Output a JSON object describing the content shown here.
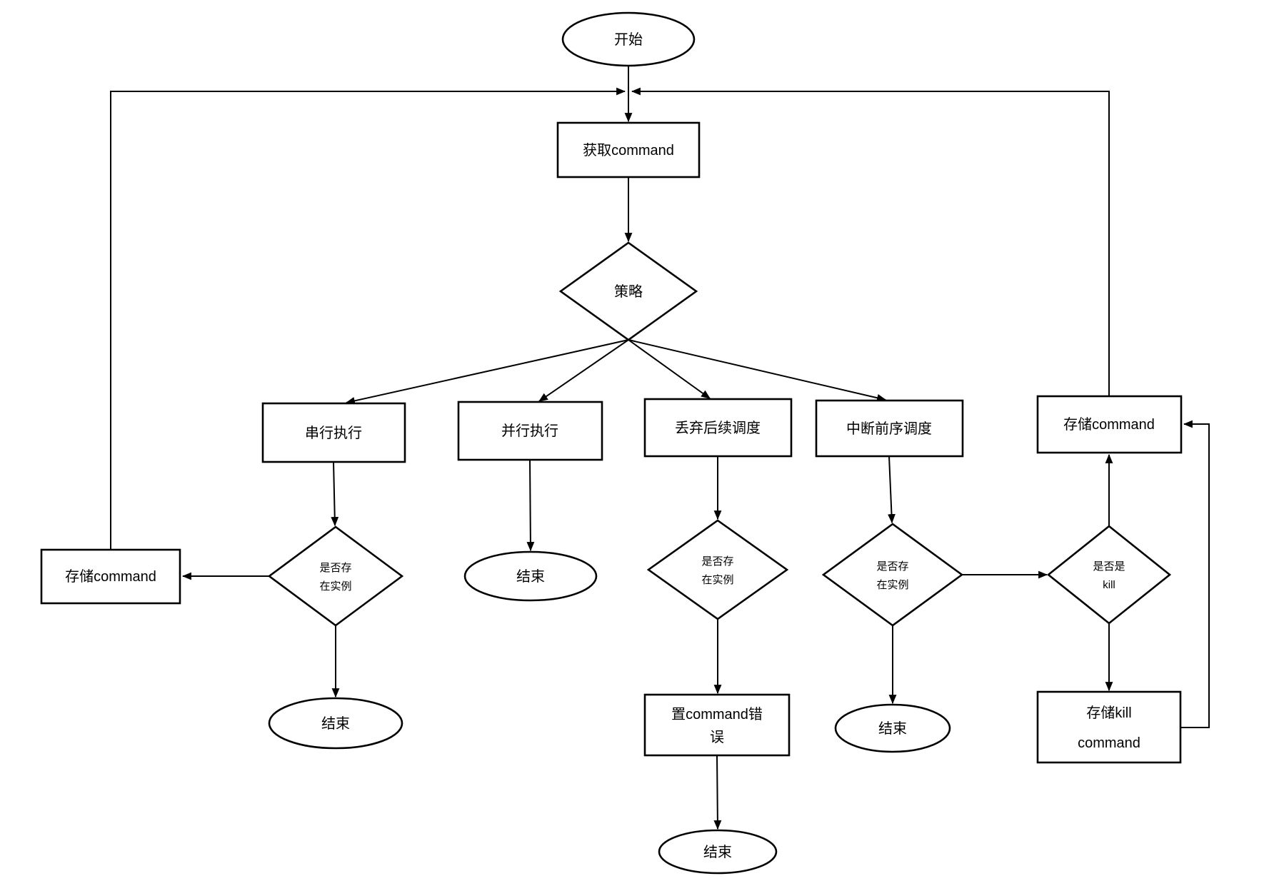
{
  "diagram": {
    "type": "flowchart",
    "background_color": "#ffffff",
    "line_color": "#000000",
    "text_color": "#000000",
    "nodes": {
      "start": {
        "shape": "ellipse",
        "label": "开始"
      },
      "get_command": {
        "shape": "rect",
        "label": "获取command"
      },
      "strategy": {
        "shape": "diamond",
        "label": "策略"
      },
      "serial_exec": {
        "shape": "rect",
        "label": "串行执行"
      },
      "parallel_exec": {
        "shape": "rect",
        "label": "并行执行"
      },
      "discard_following": {
        "shape": "rect",
        "label": "丢弃后续调度"
      },
      "interrupt_previous": {
        "shape": "rect",
        "label": "中断前序调度"
      },
      "store_command_right": {
        "shape": "rect",
        "label": "存储command"
      },
      "store_command_left": {
        "shape": "rect",
        "label": "存储command"
      },
      "instance_serial": {
        "shape": "diamond",
        "line1": "是否存",
        "line2": "在实例"
      },
      "instance_discard": {
        "shape": "diamond",
        "line1": "是否存",
        "line2": "在实例"
      },
      "instance_interrupt": {
        "shape": "diamond",
        "line1": "是否存",
        "line2": "在实例"
      },
      "is_kill": {
        "shape": "diamond",
        "line1": "是否是",
        "line2": "kill"
      },
      "set_command_error": {
        "shape": "rect",
        "line1": "置command错",
        "line2": "误"
      },
      "store_kill_command": {
        "shape": "rect",
        "line1": "存储kill",
        "line2": "command"
      },
      "end_serial": {
        "shape": "ellipse",
        "label": "结束"
      },
      "end_parallel": {
        "shape": "ellipse",
        "label": "结束"
      },
      "end_discard": {
        "shape": "ellipse",
        "label": "结束"
      },
      "end_interrupt": {
        "shape": "ellipse",
        "label": "结束"
      }
    }
  }
}
